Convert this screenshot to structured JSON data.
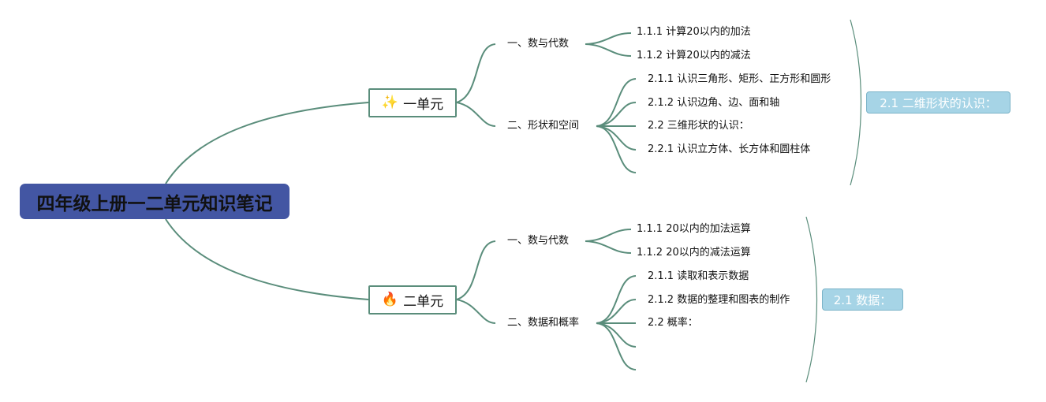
{
  "root": {
    "title": "四年级上册一二单元知识笔记"
  },
  "units": [
    {
      "label": "一单元",
      "icon": "magic-wand-icon",
      "icon_glyph": "✨",
      "branches": [
        {
          "label": "一、数与代数",
          "leaves": [
            "1.1.1 计算20以内的加法",
            "1.1.2 计算20以内的减法"
          ]
        },
        {
          "label": "二、形状和空间",
          "leaves": [
            "2.1.1 认识三角形、矩形、正方形和圆形",
            "2.1.2 认识边角、边、面和轴",
            "2.2 三维形状的认识：",
            "2.2.1 认识立方体、长方体和圆柱体",
            ""
          ]
        }
      ],
      "summary": "2.1 二维形状的认识："
    },
    {
      "label": "二单元",
      "icon": "fire-icon",
      "icon_glyph": "🔥",
      "branches": [
        {
          "label": "一、数与代数",
          "leaves": [
            "1.1.1 20以内的加法运算",
            "1.1.2 20以内的减法运算"
          ]
        },
        {
          "label": "二、数据和概率",
          "leaves": [
            "2.1.1 读取和表示数据",
            "2.1.2 数据的整理和图表的制作",
            "2.2 概率：",
            "",
            ""
          ]
        }
      ],
      "summary": "2.1 数据："
    }
  ],
  "colors": {
    "root_bg": "#4356a3",
    "line": "#5a8d7b",
    "summary_bg": "#a6d4e6",
    "summary_text": "#ffffff"
  }
}
